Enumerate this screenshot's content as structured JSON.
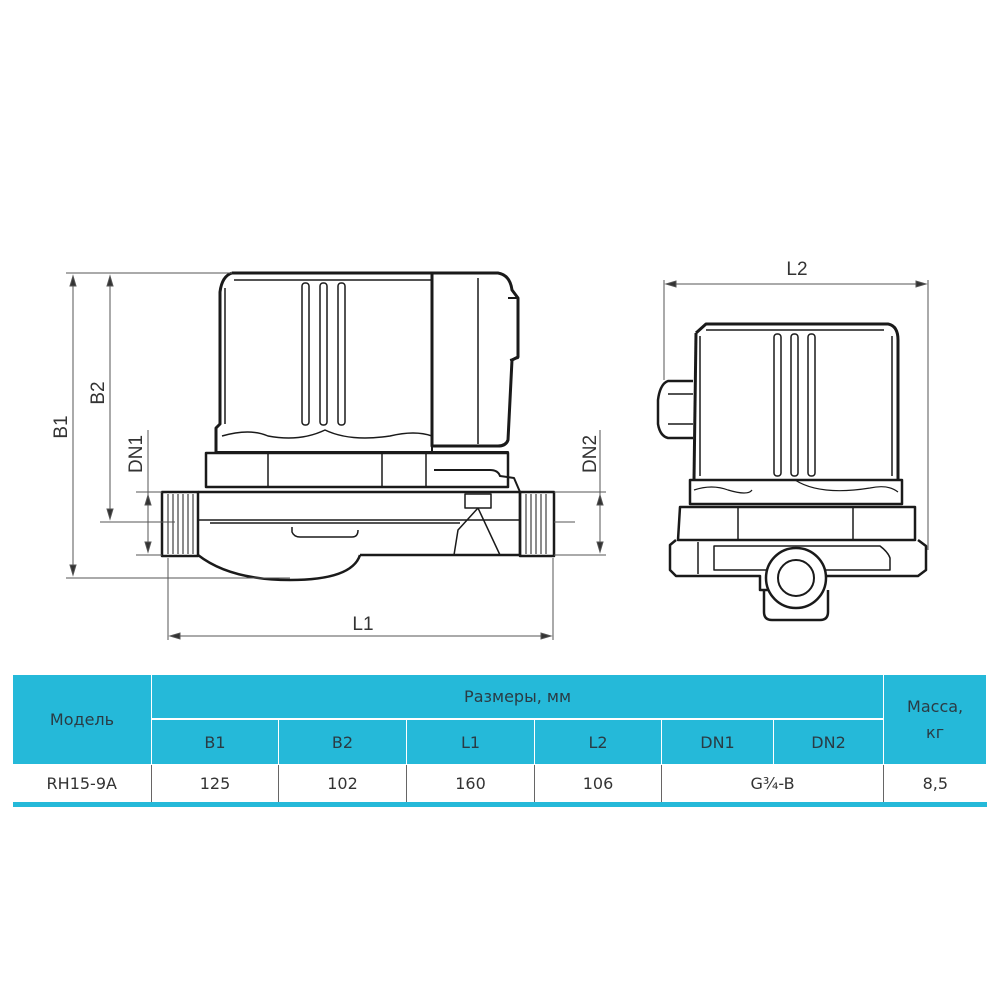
{
  "drawing": {
    "front_view": {
      "dimension_labels": {
        "b1": "B1",
        "b2": "B2",
        "dn1": "DN1",
        "dn2": "DN2",
        "l1": "L1"
      }
    },
    "side_view": {
      "dimension_labels": {
        "l2": "L2"
      }
    }
  },
  "table": {
    "accent_color": "#25b9d9",
    "header": {
      "model": "Модель",
      "dimensions_group": "Размеры, мм",
      "columns": [
        "B1",
        "B2",
        "L1",
        "L2",
        "DN1",
        "DN2"
      ],
      "mass": "Масса, кг"
    },
    "rows": [
      {
        "model": "RH15-9A",
        "b1": "125",
        "b2": "102",
        "l1": "160",
        "l2": "106",
        "dn1_dn2": "G¾-B",
        "mass": "8,5"
      }
    ]
  }
}
